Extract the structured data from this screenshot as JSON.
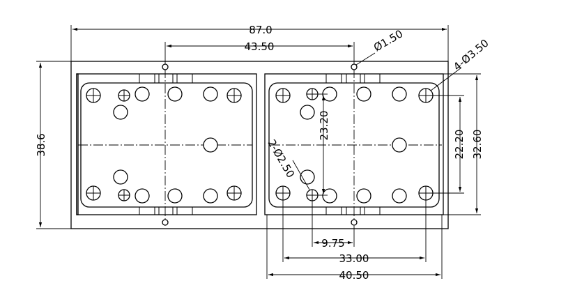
{
  "dimensions": {
    "overall_width": "87.0",
    "pin_spacing": "43.50",
    "small_hole": "Ø1.50",
    "corner_holes": "4-Ø3.50",
    "overall_height": "38.6",
    "inner_height_a": "23.20",
    "inner_height_b": "22.20",
    "outer_height": "32.60",
    "pin_holes": "2-Ø2.50",
    "pin_offset": "9.75",
    "hole_spacing": "33.00",
    "module_width": "40.50"
  }
}
